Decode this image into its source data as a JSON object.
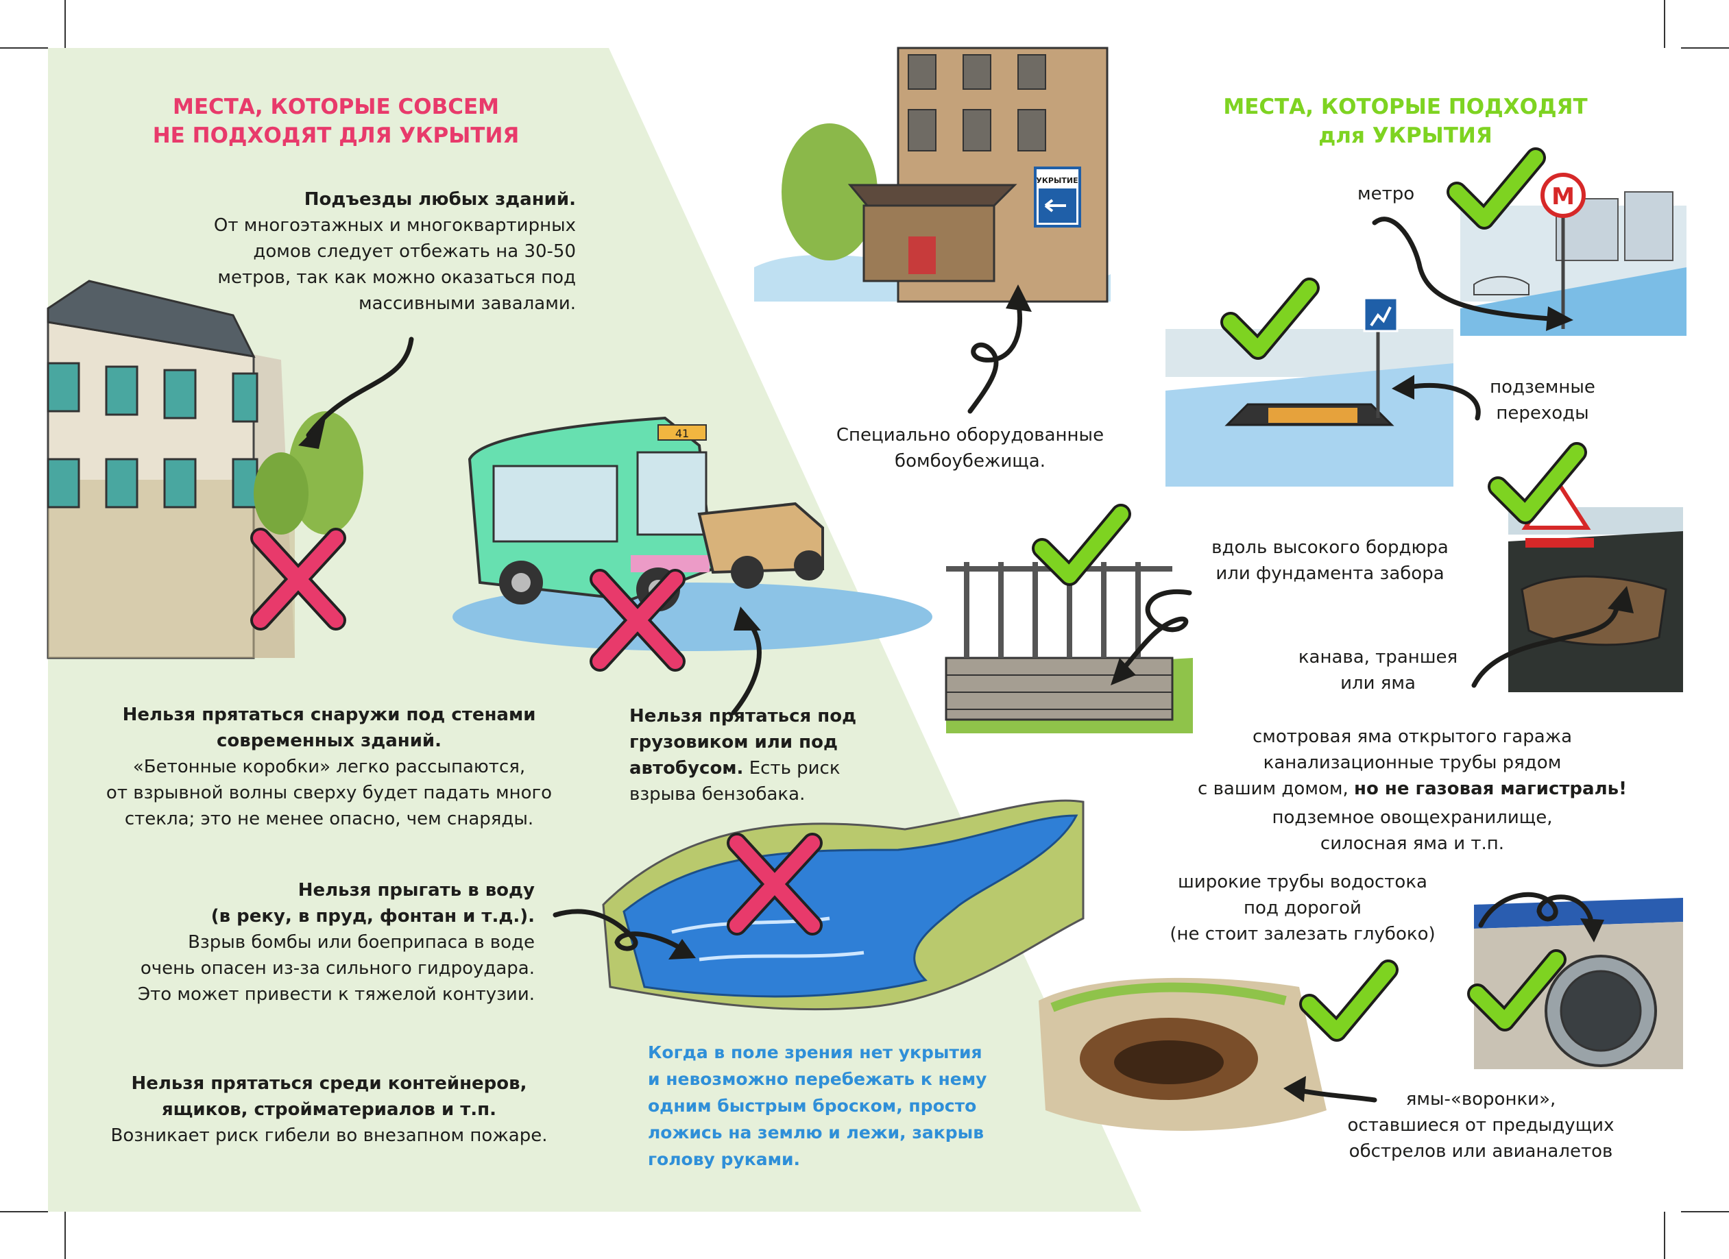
{
  "left_title": [
    "МЕСТА, КОТОРЫЕ СОВСЕМ",
    "НЕ ПОДХОДЯТ ДЛЯ УКРЫТИЯ"
  ],
  "right_title": [
    "МЕСТА, КОТОРЫЕ ПОДХОДЯТ",
    "для УКРЫТИЯ"
  ],
  "entrances": {
    "heading": "Подъезды любых зданий.",
    "lines": [
      "От многоэтажных и многоквартирных",
      "домов следует отбежать на 30-50",
      "метров, так как можно оказаться под",
      "массивными завалами."
    ]
  },
  "walls": {
    "heading": [
      "Нельзя прятаться снаружи под стенами",
      "современных зданий."
    ],
    "lines": [
      "«Бетонные коробки» легко рассыпаются,",
      "от взрывной волны сверху будет падать много",
      "стекла; это не менее опасно, чем снаряды."
    ]
  },
  "truck": {
    "heading": [
      "Нельзя прятаться под",
      "грузовиком или под"
    ],
    "bold_part": "автобусом.",
    "rest": " Есть риск",
    "last": "взрыва бензобака."
  },
  "water": {
    "heading": [
      "Нельзя прыгать в воду",
      "(в реку, в пруд, фонтан и т.д.)."
    ],
    "lines": [
      "Взрыв бомбы или боеприпаса в воде",
      "очень опасен из-за сильного гидроудара.",
      "Это может привести к тяжелой контузии."
    ]
  },
  "containers": {
    "heading": [
      "Нельзя прятаться среди контейнеров,",
      "ящиков, стройматериалов и т.п."
    ],
    "lines": [
      "Возникает риск гибели во внезапном пожаре."
    ]
  },
  "note": [
    "Когда в поле зрения нет укрытия",
    "и невозможно перебежать к нему",
    "одним быстрым броском, просто",
    "ложись на землю и лежи, закрыв",
    "голову руками."
  ],
  "shelter": [
    "Специально оборудованные",
    "бомбоубежища."
  ],
  "shelter_sign": "УКРЫТИЕ",
  "metro": "метро",
  "metro_sign": "M",
  "bus_route": "41",
  "underpass": [
    "подземные",
    "переходы"
  ],
  "curb": [
    "вдоль высокого бордюра",
    "или фундамента забора"
  ],
  "ditch": [
    "канава, траншея",
    "или яма"
  ],
  "garage": {
    "line1": "смотровая яма открытого гаража",
    "line2": "канализационные трубы рядом",
    "line3_normal": "с вашим домом, ",
    "line3_bold": "но не газовая магистраль!",
    "line4": "подземное овощехранилище,",
    "line5": "силосная яма и т.п."
  },
  "pipes": [
    "широкие трубы водостока",
    "под дорогой",
    "(не стоит залезать глубоко)"
  ],
  "craters": [
    "ямы-«воронки»,",
    "оставшиеся от предыдущих",
    "обстрелов или авианалетов"
  ],
  "colors": {
    "bad": "#e83a6b",
    "good": "#7ed321",
    "note": "#2f8fd8",
    "panel": "#e6f0da"
  },
  "icons": [
    "cross-mark-icon",
    "check-mark-icon",
    "curved-arrow-icon"
  ]
}
